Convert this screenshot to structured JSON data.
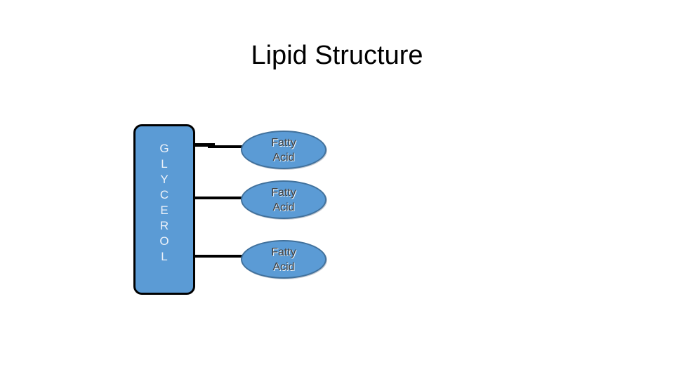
{
  "slide": {
    "title": "Lipid Structure"
  },
  "diagram": {
    "glycerol": {
      "label": "GLYCEROL",
      "letters": [
        "G",
        "L",
        "Y",
        "C",
        "E",
        "R",
        "O",
        "L"
      ]
    },
    "fatty_acids": [
      {
        "label": "Fatty\nAcid"
      },
      {
        "label": "Fatty\nAcid"
      },
      {
        "label": "Fatty\nAcid"
      }
    ],
    "colors": {
      "background": "#FFFFFF",
      "title_text": "#000000",
      "node_fill": "#5B9BD5",
      "glycerol_border": "#000000",
      "glycerol_text": "#EDF2F9",
      "ellipse_border": "#41719C",
      "ellipse_text": "#404040",
      "connector": "#000000"
    }
  }
}
